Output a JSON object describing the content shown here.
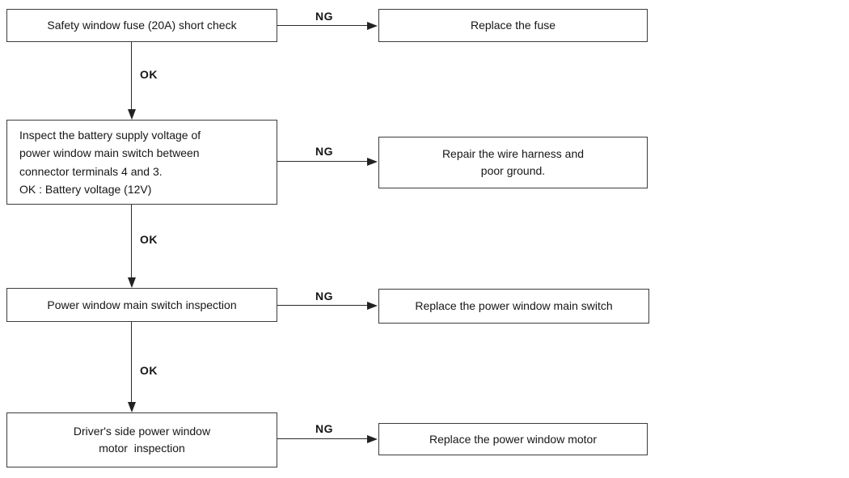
{
  "flowchart": {
    "rows": [
      {
        "step": "Safety window fuse (20A) short check",
        "ng_label": "NG",
        "action": "Replace the fuse",
        "ok_label": "OK"
      },
      {
        "step": "Inspect the battery supply voltage of\npower window main switch between\nconnector terminals 4 and 3.\nOK : Battery voltage (12V)",
        "ng_label": "NG",
        "action": "Repair the wire harness and\npoor ground.",
        "ok_label": "OK"
      },
      {
        "step": "Power window main switch inspection",
        "ng_label": "NG",
        "action": "Replace the power window main switch",
        "ok_label": "OK"
      },
      {
        "step": "Driver's side power window\nmotor  inspection",
        "ng_label": "NG",
        "action": "Replace the power window motor"
      }
    ],
    "colors": {
      "background": "#ffffff",
      "line": "#2a2a2a",
      "box_border": "#3c3c3c",
      "text": "#161616"
    }
  }
}
